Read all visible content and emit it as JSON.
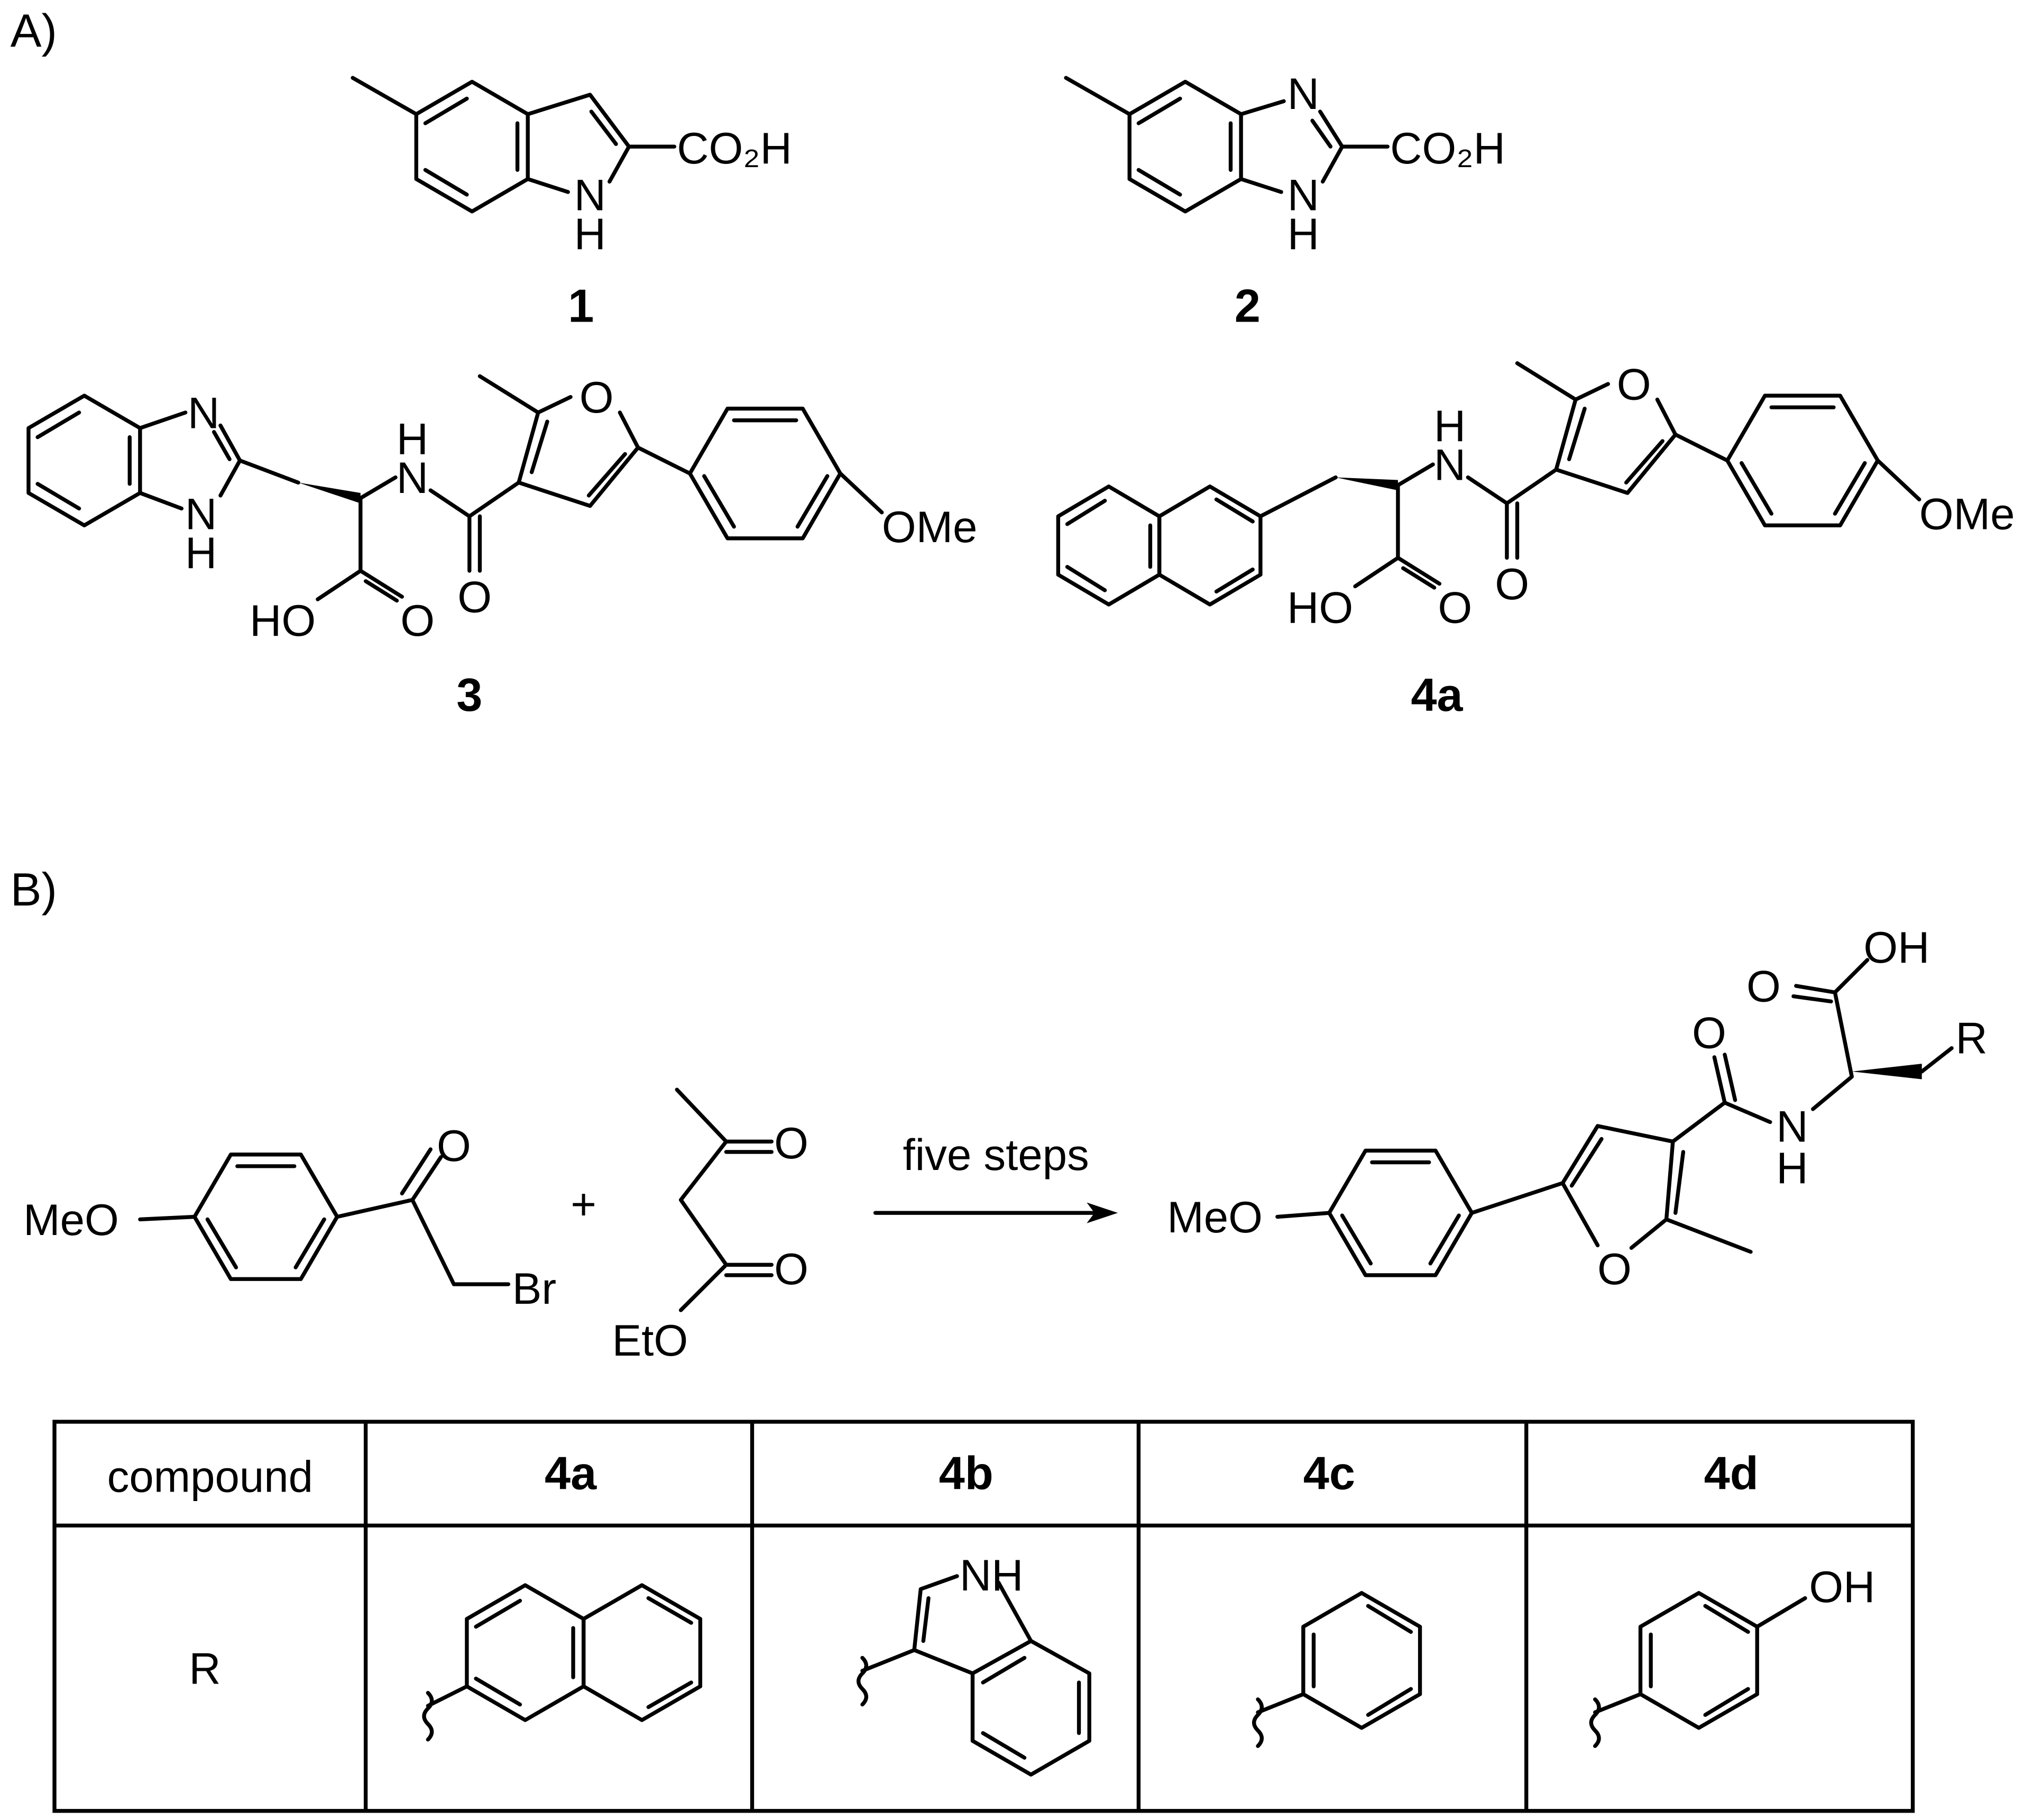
{
  "panels": {
    "a": "A)",
    "b": "B)"
  },
  "compounds": {
    "c1": "1",
    "c2": "2",
    "c3": "3",
    "c4a": "4a"
  },
  "atoms": {
    "co2h": "CO₂H",
    "n": "N",
    "h": "H",
    "o": "O",
    "ho": "HO",
    "oh": "OH",
    "ome": "OMe",
    "meo": "MeO",
    "br": "Br",
    "eto": "EtO",
    "r": "R",
    "nh": "NH"
  },
  "scheme": {
    "plus": "+",
    "arrow_label": "five steps"
  },
  "table": {
    "headers": [
      "compound",
      "4a",
      "4b",
      "4c",
      "4d"
    ],
    "row_label": "R",
    "substituents": [
      "2-naphthyl",
      "3-indolyl",
      "phenyl",
      "4-hydroxyphenyl"
    ]
  }
}
